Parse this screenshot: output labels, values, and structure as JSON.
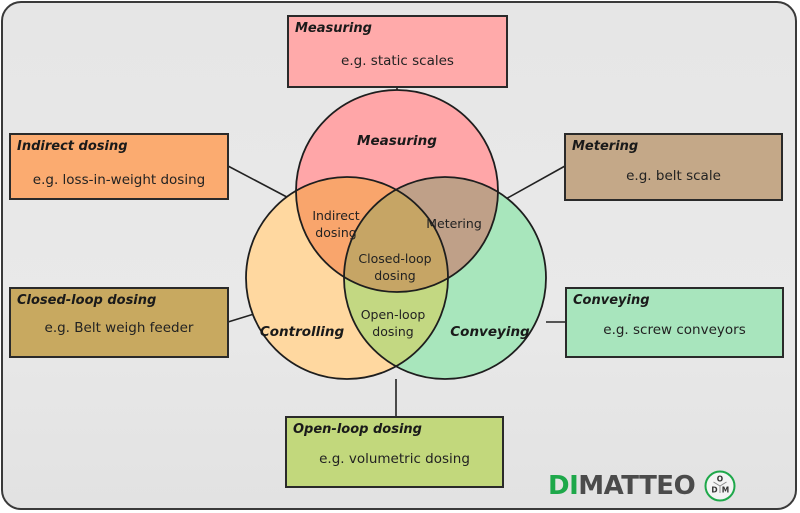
{
  "diagram": {
    "circles": [
      {
        "id": "measuring",
        "label": "Measuring",
        "color": "#ffa6a8"
      },
      {
        "id": "controlling",
        "label": "Controlling",
        "color": "#ffd8a0"
      },
      {
        "id": "conveying",
        "label": "Conveying",
        "color": "#a8e6bc"
      }
    ],
    "regions": {
      "indirect_dosing": {
        "line1": "Indirect",
        "line2": "dosing",
        "color": "#f9a56c"
      },
      "metering": {
        "line1": "Metering",
        "color": "#bfa088"
      },
      "closed_loop": {
        "line1": "Closed-loop",
        "line2": "dosing",
        "color": "#c6a565"
      },
      "open_loop": {
        "line1": "Open-loop",
        "line2": "dosing",
        "color": "#c3d882"
      }
    },
    "boxes": {
      "measuring": {
        "title": "Measuring",
        "example": "e.g. static scales",
        "color": "#ffaaaa"
      },
      "indirect_dosing": {
        "title": "Indirect dosing",
        "example": "e.g. loss-in-weight dosing",
        "color": "#fbab70"
      },
      "metering": {
        "title": "Metering",
        "example": "e.g. belt scale",
        "color": "#c4a888"
      },
      "closed_loop": {
        "title": "Closed-loop dosing",
        "example": "e.g. Belt weigh feeder",
        "color": "#c8a960"
      },
      "conveying": {
        "title": "Conveying",
        "example": "e.g. screw conveyors",
        "color": "#a8e5bd"
      },
      "open_loop": {
        "title": "Open-loop dosing",
        "example": "e.g. volumetric dosing",
        "color": "#c2d87c"
      }
    }
  },
  "logo": {
    "part1": "DI",
    "part2": "MATTEO",
    "badge_letters": [
      "O",
      "D",
      "M"
    ],
    "brand_green": "#1ea84a",
    "brand_gray": "#4b4b4b"
  }
}
